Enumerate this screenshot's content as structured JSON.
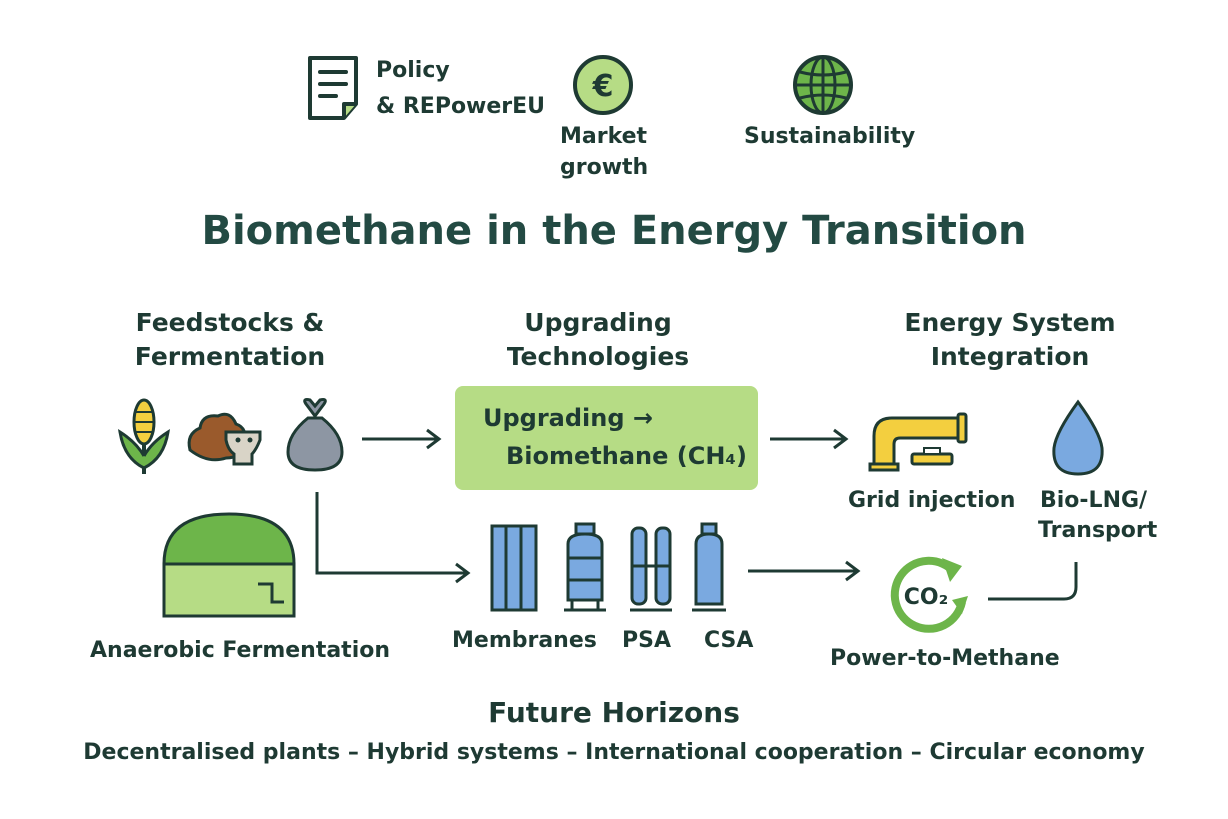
{
  "top_items": {
    "policy": {
      "line1": "Policy",
      "line2": "& REPowerEU",
      "icon": "document-icon"
    },
    "market": {
      "line1": "Market",
      "line2": "growth",
      "icon": "euro-icon"
    },
    "sustainability": {
      "label": "Sustainability",
      "icon": "globe-icon"
    }
  },
  "title": "Biomethane in the Energy Transition",
  "sections": {
    "feedstocks": {
      "line1": "Feedstocks &",
      "line2": "Fermentation"
    },
    "upgrading": {
      "line1": "Upgrading",
      "line2": "Technologies"
    },
    "integration": {
      "line1": "Energy System",
      "line2": "Integration"
    }
  },
  "feedstock_icons": [
    "corn-icon",
    "manure-icon",
    "waste-bag-icon"
  ],
  "upgrade_box": {
    "line1": "Upgrading →",
    "line2": "Biomethane (CH₄)"
  },
  "digester": {
    "label": "Anaerobic Fermentation",
    "icon": "digester-icon"
  },
  "technologies": [
    {
      "label": "Membranes",
      "icon": "membrane-icon"
    },
    {
      "label": "PSA",
      "icon": "psa-column-icon"
    },
    {
      "label": "CSA",
      "icon": "csa-column-icon"
    }
  ],
  "integration_items": {
    "grid": {
      "label": "Grid injection",
      "icon": "pipe-icon"
    },
    "bio_lng": {
      "line1": "Bio-LNG/",
      "line2": "Transport",
      "icon": "droplet-icon"
    },
    "ptm": {
      "label": "Power-to-Methane",
      "icon_text": "CO₂",
      "icon": "co2-cycle-icon"
    }
  },
  "future": {
    "title": "Future Horizons",
    "line": "Decentralised plants – Hybrid systems – International cooperation – Circular economy"
  },
  "colors": {
    "dark": "#1e3a33",
    "light_green": "#b6dc85",
    "green": "#6db54a",
    "blue": "#7aa9e0",
    "yellow": "#f3cf3f",
    "brown": "#9a5a2c"
  }
}
